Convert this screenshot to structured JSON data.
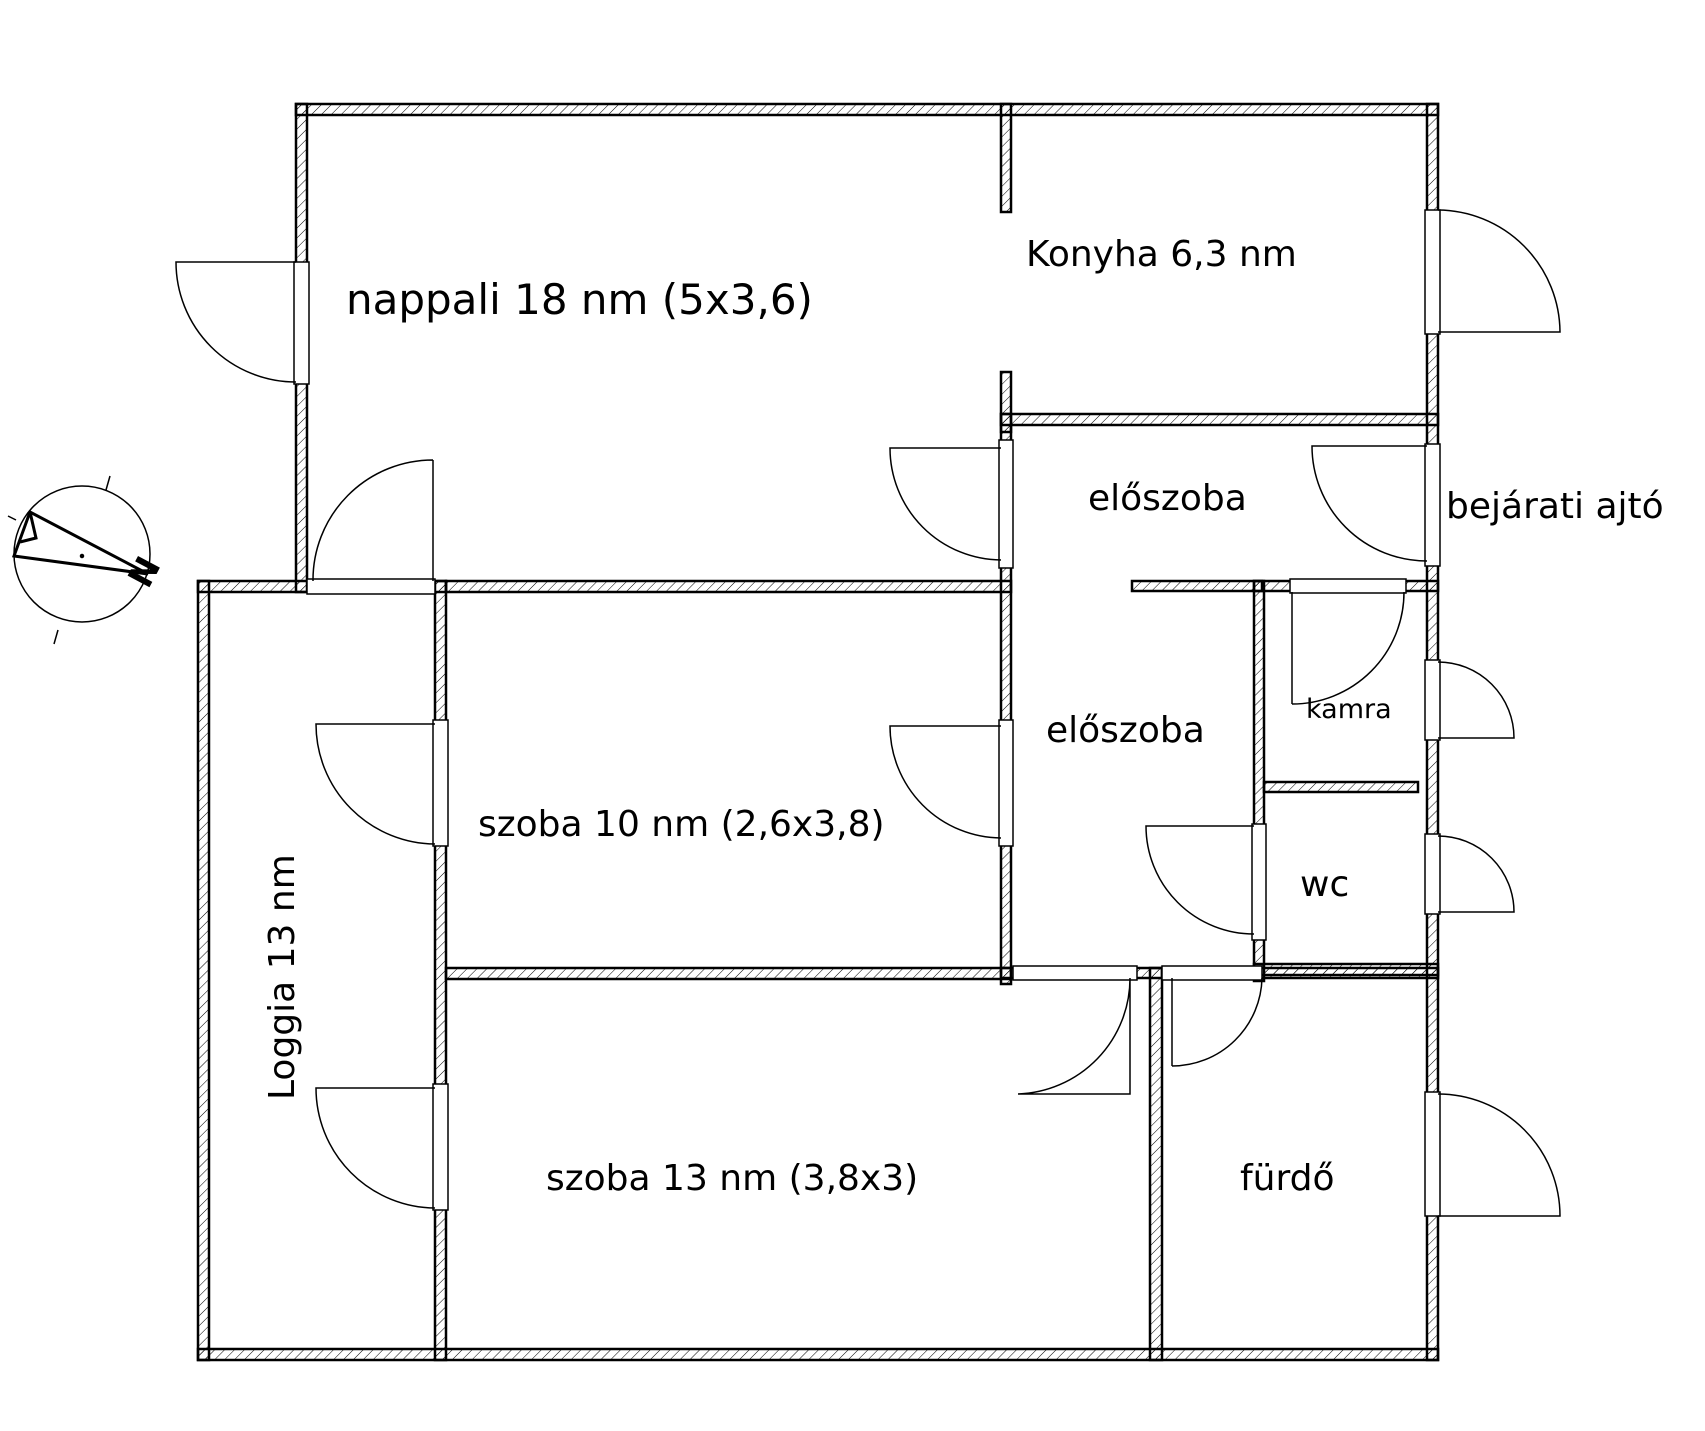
{
  "rooms": {
    "nappali": "nappali 18 nm (5x3,6)",
    "konyha": "Konyha 6,3 nm",
    "eloszoba_top": "előszoba",
    "eloszoba_mid": "előszoba",
    "bejarati": "bejárati ajtó",
    "kamra": "kamra",
    "wc": "wc",
    "szoba10": "szoba 10 nm (2,6x3,8)",
    "szoba13": "szoba 13 nm (3,8x3)",
    "furdo": "fürdő",
    "loggia": "Loggia 13 nm"
  },
  "compass": {
    "letter": "N"
  },
  "colors": {
    "line": "#000000",
    "background": "#ffffff"
  }
}
